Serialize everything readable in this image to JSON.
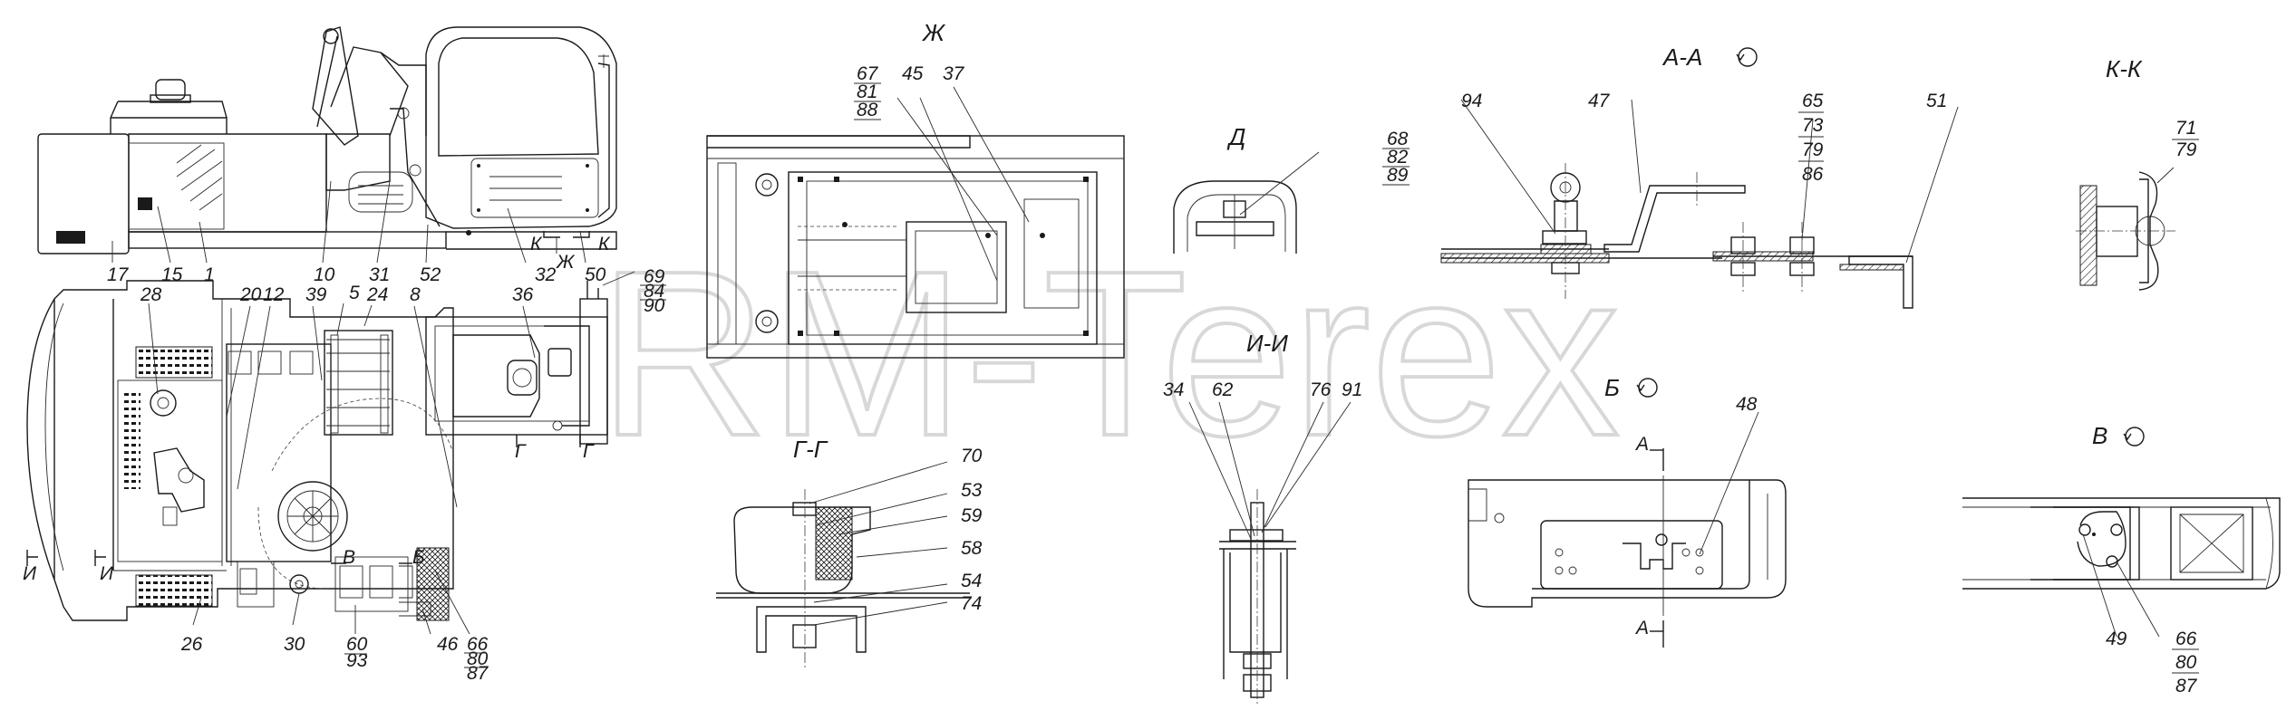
{
  "watermark": "RM-Terex",
  "views": {
    "zh": "Ж",
    "d": "Д",
    "aa": "А-А",
    "kk": "К-К",
    "ii": "И-И",
    "gg": "Г-Г",
    "b": "Б",
    "v": "В"
  },
  "labels": {
    "n17": "17",
    "n15": "15",
    "n1": "1",
    "n10": "10",
    "n31": "31",
    "n52": "52",
    "n32": "32",
    "n50": "50",
    "k1": "К",
    "k2": "К",
    "zh2": "Ж",
    "n69": "69",
    "n84": "84",
    "n90": "90",
    "n28": "28",
    "n20": "20",
    "n12": "12",
    "n39": "39",
    "n5": "5",
    "n24": "24",
    "n8": "8",
    "n36": "36",
    "g1": "Г",
    "g2": "Г",
    "i1": "И",
    "i2": "И",
    "v1": "В",
    "b1": "Б",
    "n26": "26",
    "n30": "30",
    "n60": "60",
    "n93": "93",
    "n46": "46",
    "n66a": "66",
    "n80a": "80",
    "n87a": "87",
    "n67": "67",
    "n81": "81",
    "n88": "88",
    "n45": "45",
    "n37": "37",
    "n68": "68",
    "n82": "82",
    "n89": "89",
    "n34": "34",
    "n62": "62",
    "n76": "76",
    "n91": "91",
    "n70": "70",
    "n53": "53",
    "n59": "59",
    "n58": "58",
    "n54": "54",
    "n74": "74",
    "n94": "94",
    "n47": "47",
    "n65": "65",
    "n73": "73",
    "n79a": "79",
    "n86": "86",
    "n51": "51",
    "n71": "71",
    "n79b": "79",
    "n48": "48",
    "a1": "А",
    "a2": "А",
    "n49": "49",
    "n66b": "66",
    "n80b": "80",
    "n87b": "87"
  },
  "colors": {
    "line": "#1a1a1a",
    "watermark": "#cfcfcf",
    "background": "#ffffff"
  }
}
